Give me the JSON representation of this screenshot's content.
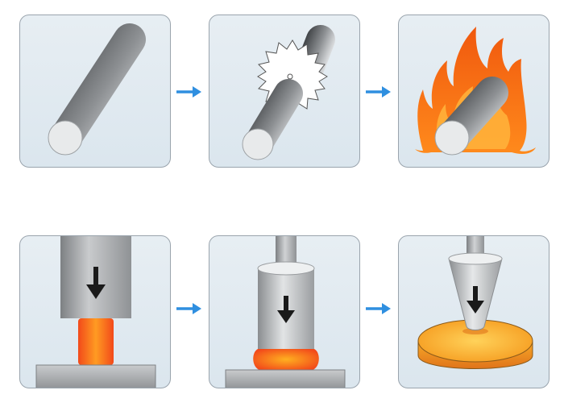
{
  "colors": {
    "panel_border": "#9aa4ad",
    "panel_bg": "#e7eef3",
    "flow_arrow": "#2f8fe0",
    "steel_dark": "#5a5d60",
    "steel_light": "#eceeef",
    "flame_outer": "#f26a12",
    "flame_inner": "#ffc24a",
    "hot_metal": "#f6541a",
    "hot_metal_glow": "#ffb020",
    "press_arrow": "#1a1a1a"
  },
  "steps": [
    {
      "name": "steel-bar"
    },
    {
      "name": "saw-cutting"
    },
    {
      "name": "heating"
    },
    {
      "name": "upsetting"
    },
    {
      "name": "forging-die"
    },
    {
      "name": "piercing"
    }
  ]
}
